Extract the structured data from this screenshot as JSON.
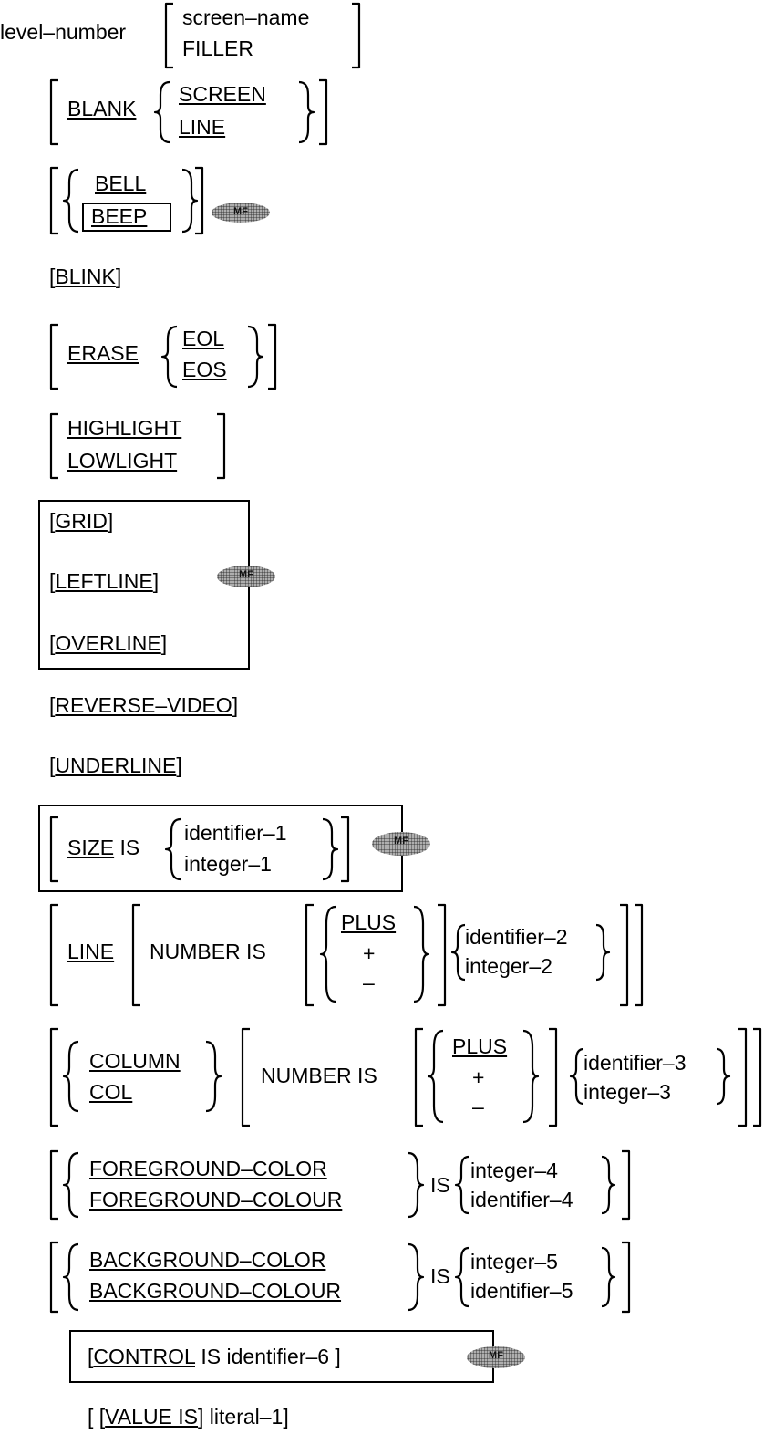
{
  "syntax": {
    "level_number": "level–number",
    "screen_name": "screen–name",
    "filler": "FILLER",
    "blank": "BLANK",
    "screen": "SCREEN",
    "line": "LINE",
    "bell": "BELL",
    "beep": "BEEP",
    "blink": "BLINK",
    "erase": "ERASE",
    "eol": "EOL",
    "eos": "EOS",
    "highlight": "HIGHLIGHT",
    "lowlight": "LOWLIGHT",
    "grid": "GRID",
    "leftline": "LEFTLINE",
    "overline": "OVERLINE",
    "reverse_video": "REVERSE–VIDEO",
    "underline": "UNDERLINE",
    "size": "SIZE",
    "is": "IS",
    "identifier_1": "identifier–1",
    "integer_1": "integer–1",
    "number_is": "NUMBER IS",
    "plus": "PLUS",
    "plus_sign": "+",
    "minus_sign": "–",
    "identifier_2": "identifier–2",
    "integer_2": "integer–2",
    "column": "COLUMN",
    "col": "COL",
    "identifier_3": "identifier–3",
    "integer_3": "integer–3",
    "foreground_color": "FOREGROUND–COLOR",
    "foreground_colour": "FOREGROUND–COLOUR",
    "integer_4": "integer–4",
    "identifier_4": "identifier–4",
    "background_color": "BACKGROUND–COLOR",
    "background_colour": "BACKGROUND–COLOUR",
    "integer_5": "integer–5",
    "identifier_5": "identifier–5",
    "control": "CONTROL",
    "is_identifier_6": "IS identifier–6",
    "value_is": "VALUE IS",
    "literal_1": "literal–1"
  },
  "badges": {
    "mf": "MF"
  }
}
